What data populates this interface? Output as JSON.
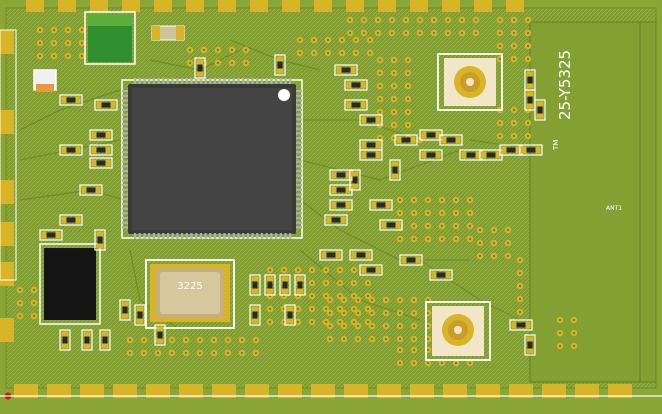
{
  "board": {
    "part_number": "25-Y5325",
    "crystal_marking": "3225",
    "antenna_label": "ANT1",
    "tm_mark": "TM"
  },
  "colors": {
    "background": "#c8c8c8",
    "board": "#8aa637",
    "board_dark": "#6f8c2a",
    "copper": "#d8b427",
    "silkscreen": "#ffffff",
    "chip": "#3a3a3a",
    "ic_black": "#141414",
    "green_part": "#2f8f2f",
    "red_marker": "#e01010"
  },
  "icons": {
    "qfn_chip": "main-mcu-chip-icon",
    "crystal": "crystal-oscillator-icon",
    "connector": "ufl-connector-icon",
    "pad": "solder-pad-icon",
    "via": "via-hole-icon"
  }
}
